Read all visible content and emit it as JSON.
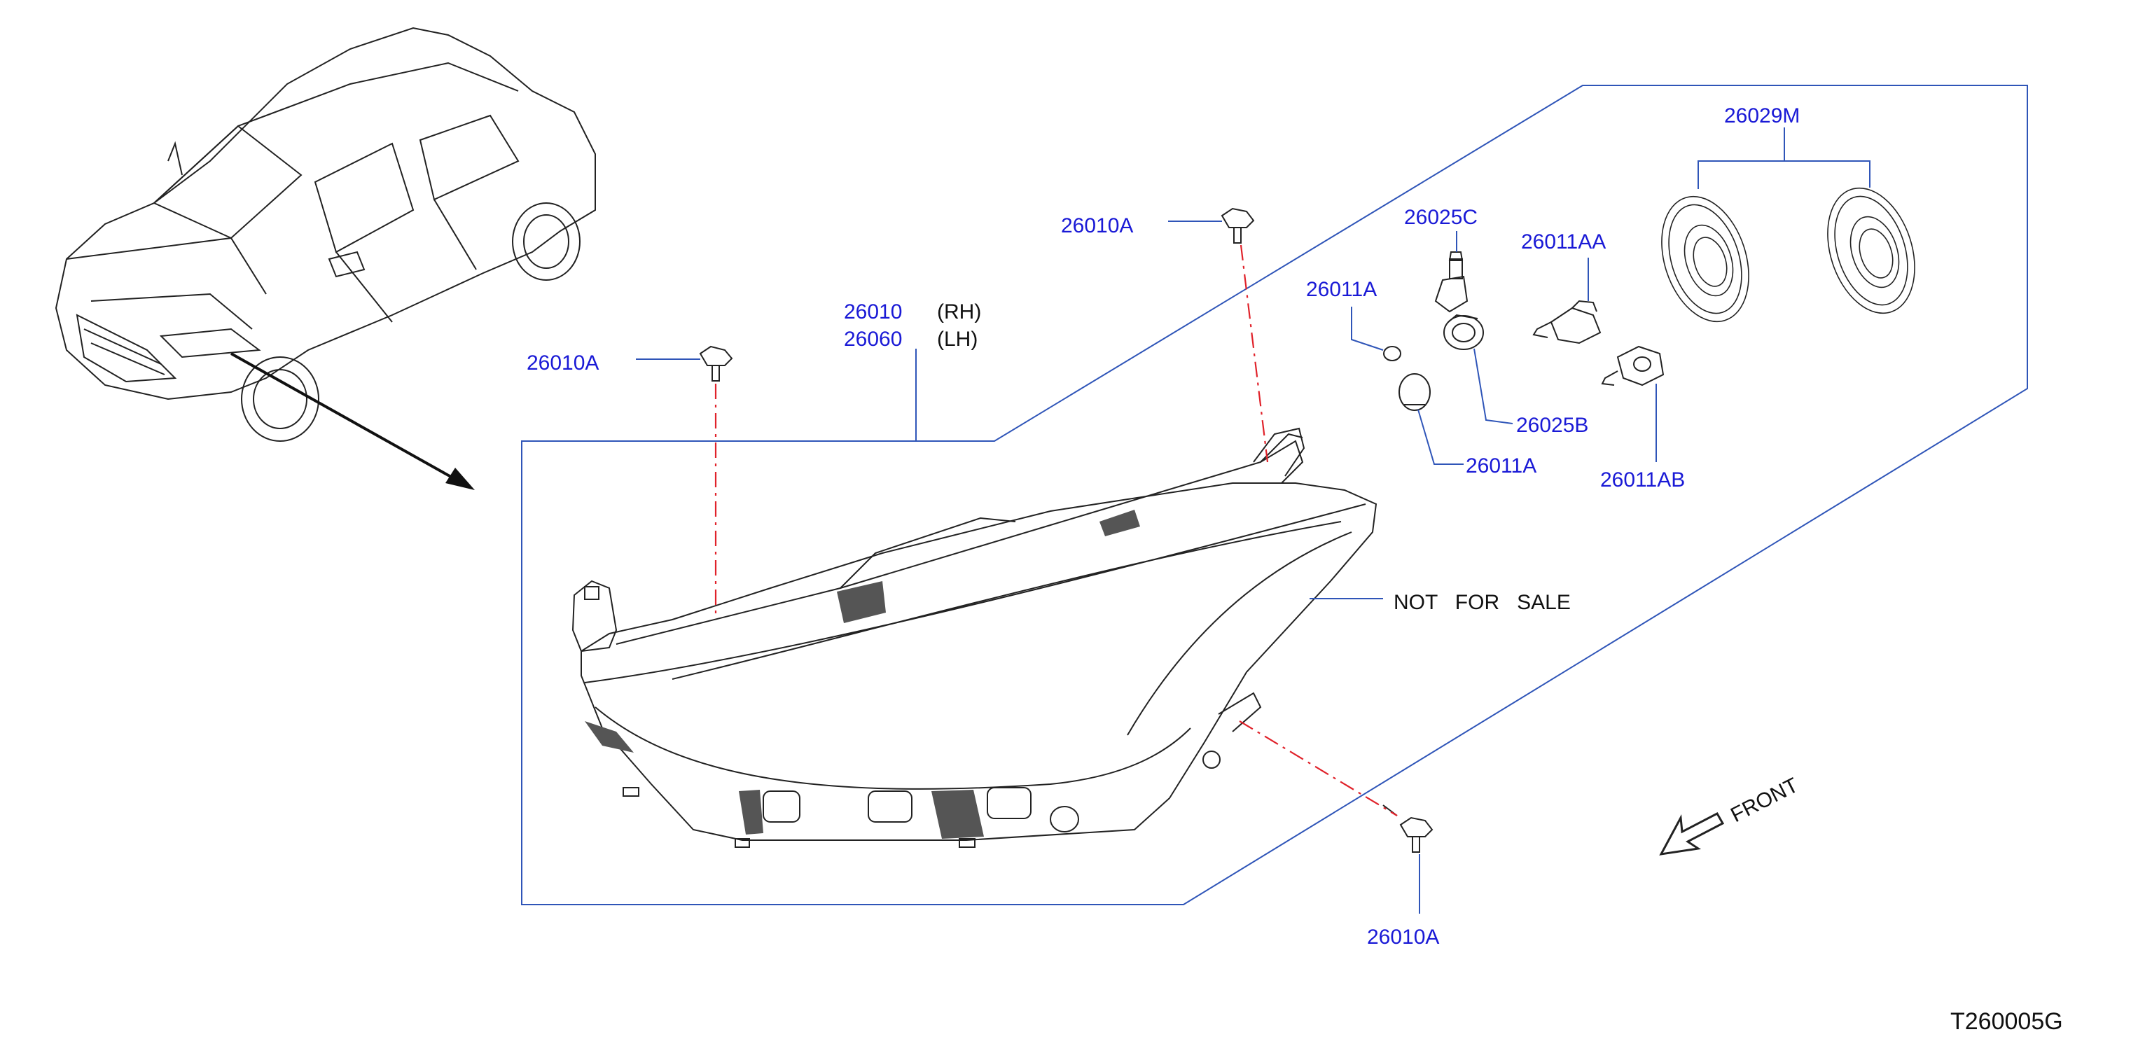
{
  "labels": {
    "p26010a_top": "26010A",
    "p26010a_left": "26010A",
    "p26010a_bottom": "26010A",
    "p26010": "26010",
    "rh": "(RH)",
    "p26060": "26060",
    "lh": "(LH)",
    "p26025c": "26025C",
    "p26011a_upper": "26011A",
    "p26011a_lower": "26011A",
    "p26025b": "26025B",
    "p26011aa": "26011AA",
    "p26011ab": "26011AB",
    "p26029m": "26029M",
    "not_for_sale": "NOT   FOR   SALE",
    "front": "FRONT",
    "diagram_code": "T260005G"
  },
  "colors": {
    "part_number": "#1a1ad6",
    "leader_line": "#2f55b8",
    "center_line": "#e0222a",
    "drawing": "#222222"
  }
}
